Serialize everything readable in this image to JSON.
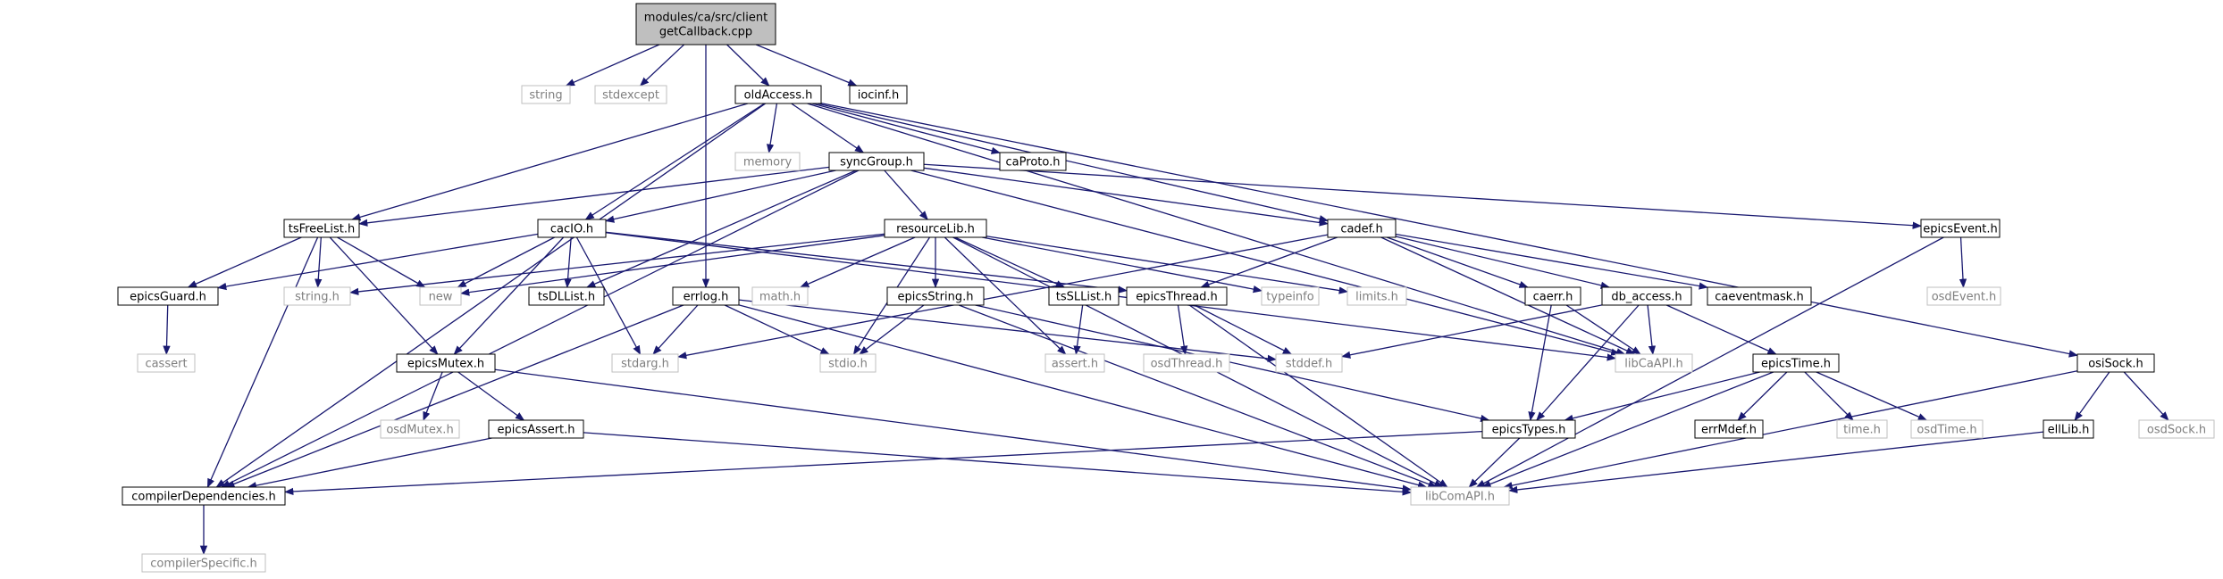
{
  "nodes": [
    {
      "id": "root",
      "label_lines": [
        "modules/ca/src/client",
        "getCallback.cpp"
      ],
      "style": "root"
    },
    {
      "id": "string",
      "label": "string",
      "style": "ext"
    },
    {
      "id": "stdexcept",
      "label": "stdexcept",
      "style": "ext"
    },
    {
      "id": "oldAccess",
      "label": "oldAccess.h",
      "style": "local"
    },
    {
      "id": "iocinf",
      "label": "iocinf.h",
      "style": "local"
    },
    {
      "id": "memory",
      "label": "memory",
      "style": "ext"
    },
    {
      "id": "syncGroup",
      "label": "syncGroup.h",
      "style": "local"
    },
    {
      "id": "caProto",
      "label": "caProto.h",
      "style": "local"
    },
    {
      "id": "tsFreeList",
      "label": "tsFreeList.h",
      "style": "local"
    },
    {
      "id": "cacIO",
      "label": "cacIO.h",
      "style": "local"
    },
    {
      "id": "resourceLib",
      "label": "resourceLib.h",
      "style": "local"
    },
    {
      "id": "cadef",
      "label": "cadef.h",
      "style": "local"
    },
    {
      "id": "epicsEvent",
      "label": "epicsEvent.h",
      "style": "local"
    },
    {
      "id": "epicsGuard",
      "label": "epicsGuard.h",
      "style": "local"
    },
    {
      "id": "stringh",
      "label": "string.h",
      "style": "ext"
    },
    {
      "id": "new",
      "label": "new",
      "style": "ext"
    },
    {
      "id": "tsDLList",
      "label": "tsDLList.h",
      "style": "local"
    },
    {
      "id": "errlog",
      "label": "errlog.h",
      "style": "local"
    },
    {
      "id": "mathh",
      "label": "math.h",
      "style": "ext"
    },
    {
      "id": "epicsString",
      "label": "epicsString.h",
      "style": "local"
    },
    {
      "id": "tsSLList",
      "label": "tsSLList.h",
      "style": "local"
    },
    {
      "id": "epicsThread",
      "label": "epicsThread.h",
      "style": "local"
    },
    {
      "id": "typeinfo",
      "label": "typeinfo",
      "style": "ext"
    },
    {
      "id": "limitsh",
      "label": "limits.h",
      "style": "ext"
    },
    {
      "id": "caerr",
      "label": "caerr.h",
      "style": "local"
    },
    {
      "id": "db_access",
      "label": "db_access.h",
      "style": "local"
    },
    {
      "id": "caeventmask",
      "label": "caeventmask.h",
      "style": "local"
    },
    {
      "id": "osdEvent",
      "label": "osdEvent.h",
      "style": "ext"
    },
    {
      "id": "cassert",
      "label": "cassert",
      "style": "ext"
    },
    {
      "id": "epicsMutex",
      "label": "epicsMutex.h",
      "style": "local"
    },
    {
      "id": "stdargh",
      "label": "stdarg.h",
      "style": "ext"
    },
    {
      "id": "stdioh",
      "label": "stdio.h",
      "style": "ext"
    },
    {
      "id": "asserth",
      "label": "assert.h",
      "style": "ext"
    },
    {
      "id": "osdThread",
      "label": "osdThread.h",
      "style": "ext"
    },
    {
      "id": "stddefh",
      "label": "stddef.h",
      "style": "ext"
    },
    {
      "id": "libCaAPI",
      "label": "libCaAPI.h",
      "style": "ext"
    },
    {
      "id": "epicsTime",
      "label": "epicsTime.h",
      "style": "local"
    },
    {
      "id": "osiSock",
      "label": "osiSock.h",
      "style": "local"
    },
    {
      "id": "osdMutex",
      "label": "osdMutex.h",
      "style": "ext"
    },
    {
      "id": "epicsAssert",
      "label": "epicsAssert.h",
      "style": "local"
    },
    {
      "id": "epicsTypes",
      "label": "epicsTypes.h",
      "style": "local"
    },
    {
      "id": "errMdef",
      "label": "errMdef.h",
      "style": "local"
    },
    {
      "id": "timeh",
      "label": "time.h",
      "style": "ext"
    },
    {
      "id": "osdTime",
      "label": "osdTime.h",
      "style": "ext"
    },
    {
      "id": "ellLib",
      "label": "ellLib.h",
      "style": "local"
    },
    {
      "id": "osdSock",
      "label": "osdSock.h",
      "style": "ext"
    },
    {
      "id": "compilerDependencies",
      "label": "compilerDependencies.h",
      "style": "local"
    },
    {
      "id": "libComAPI",
      "label": "libComAPI.h",
      "style": "ext"
    },
    {
      "id": "compilerSpecific",
      "label": "compilerSpecific.h",
      "style": "ext"
    }
  ],
  "edges": [
    [
      "root",
      "string"
    ],
    [
      "root",
      "stdexcept"
    ],
    [
      "root",
      "oldAccess"
    ],
    [
      "root",
      "iocinf"
    ],
    [
      "root",
      "errlog"
    ],
    [
      "oldAccess",
      "memory"
    ],
    [
      "oldAccess",
      "syncGroup"
    ],
    [
      "oldAccess",
      "caProto"
    ],
    [
      "oldAccess",
      "tsFreeList"
    ],
    [
      "oldAccess",
      "cacIO"
    ],
    [
      "oldAccess",
      "cadef"
    ],
    [
      "oldAccess",
      "compilerDependencies"
    ],
    [
      "oldAccess",
      "osiSock"
    ],
    [
      "oldAccess",
      "libCaAPI"
    ],
    [
      "syncGroup",
      "tsFreeList"
    ],
    [
      "syncGroup",
      "cacIO"
    ],
    [
      "syncGroup",
      "resourceLib"
    ],
    [
      "syncGroup",
      "cadef"
    ],
    [
      "syncGroup",
      "epicsEvent"
    ],
    [
      "syncGroup",
      "tsDLList"
    ],
    [
      "syncGroup",
      "compilerDependencies"
    ],
    [
      "syncGroup",
      "libCaAPI"
    ],
    [
      "tsFreeList",
      "epicsGuard"
    ],
    [
      "tsFreeList",
      "stringh"
    ],
    [
      "tsFreeList",
      "new"
    ],
    [
      "tsFreeList",
      "epicsMutex"
    ],
    [
      "tsFreeList",
      "compilerDependencies"
    ],
    [
      "cacIO",
      "epicsGuard"
    ],
    [
      "cacIO",
      "new"
    ],
    [
      "cacIO",
      "tsDLList"
    ],
    [
      "cacIO",
      "epicsMutex"
    ],
    [
      "cacIO",
      "stdargh"
    ],
    [
      "cacIO",
      "epicsThread"
    ],
    [
      "cacIO",
      "libCaAPI"
    ],
    [
      "resourceLib",
      "stringh"
    ],
    [
      "resourceLib",
      "mathh"
    ],
    [
      "resourceLib",
      "stdioh"
    ],
    [
      "resourceLib",
      "epicsString"
    ],
    [
      "resourceLib",
      "tsSLList"
    ],
    [
      "resourceLib",
      "typeinfo"
    ],
    [
      "resourceLib",
      "limitsh"
    ],
    [
      "resourceLib",
      "asserth"
    ],
    [
      "resourceLib",
      "libComAPI"
    ],
    [
      "resourceLib",
      "new"
    ],
    [
      "cadef",
      "stdargh"
    ],
    [
      "cadef",
      "epicsThread"
    ],
    [
      "cadef",
      "caerr"
    ],
    [
      "cadef",
      "db_access"
    ],
    [
      "cadef",
      "caeventmask"
    ],
    [
      "cadef",
      "libCaAPI"
    ],
    [
      "epicsEvent",
      "osdEvent"
    ],
    [
      "epicsEvent",
      "libComAPI"
    ],
    [
      "epicsGuard",
      "cassert"
    ],
    [
      "errlog",
      "stdargh"
    ],
    [
      "errlog",
      "stdioh"
    ],
    [
      "errlog",
      "stddefh"
    ],
    [
      "errlog",
      "compilerDependencies"
    ],
    [
      "errlog",
      "libComAPI"
    ],
    [
      "epicsString",
      "stdioh"
    ],
    [
      "epicsString",
      "epicsTypes"
    ],
    [
      "epicsString",
      "libComAPI"
    ],
    [
      "tsSLList",
      "asserth"
    ],
    [
      "epicsThread",
      "osdThread"
    ],
    [
      "epicsThread",
      "stddefh"
    ],
    [
      "epicsThread",
      "libComAPI"
    ],
    [
      "caerr",
      "epicsTypes"
    ],
    [
      "caerr",
      "libCaAPI"
    ],
    [
      "db_access",
      "stddefh"
    ],
    [
      "db_access",
      "epicsTypes"
    ],
    [
      "db_access",
      "epicsTime"
    ],
    [
      "db_access",
      "libCaAPI"
    ],
    [
      "epicsMutex",
      "osdMutex"
    ],
    [
      "epicsMutex",
      "epicsAssert"
    ],
    [
      "epicsMutex",
      "libComAPI"
    ],
    [
      "epicsAssert",
      "compilerDependencies"
    ],
    [
      "epicsAssert",
      "libComAPI"
    ],
    [
      "epicsTime",
      "epicsTypes"
    ],
    [
      "epicsTime",
      "errMdef"
    ],
    [
      "epicsTime",
      "timeh"
    ],
    [
      "epicsTime",
      "osdTime"
    ],
    [
      "epicsTime",
      "libComAPI"
    ],
    [
      "osiSock",
      "ellLib"
    ],
    [
      "osiSock",
      "osdSock"
    ],
    [
      "osiSock",
      "libComAPI"
    ],
    [
      "ellLib",
      "libComAPI"
    ],
    [
      "epicsTypes",
      "compilerDependencies"
    ],
    [
      "epicsTypes",
      "libComAPI"
    ],
    [
      "compilerDependencies",
      "compilerSpecific"
    ]
  ],
  "colors": {
    "edge": "#191970",
    "root_fill": "#bfbfbf",
    "local_border": "#000000",
    "ext_border": "#bfbfbf",
    "ext_text": "#7f7f7f",
    "text": "#000000"
  }
}
